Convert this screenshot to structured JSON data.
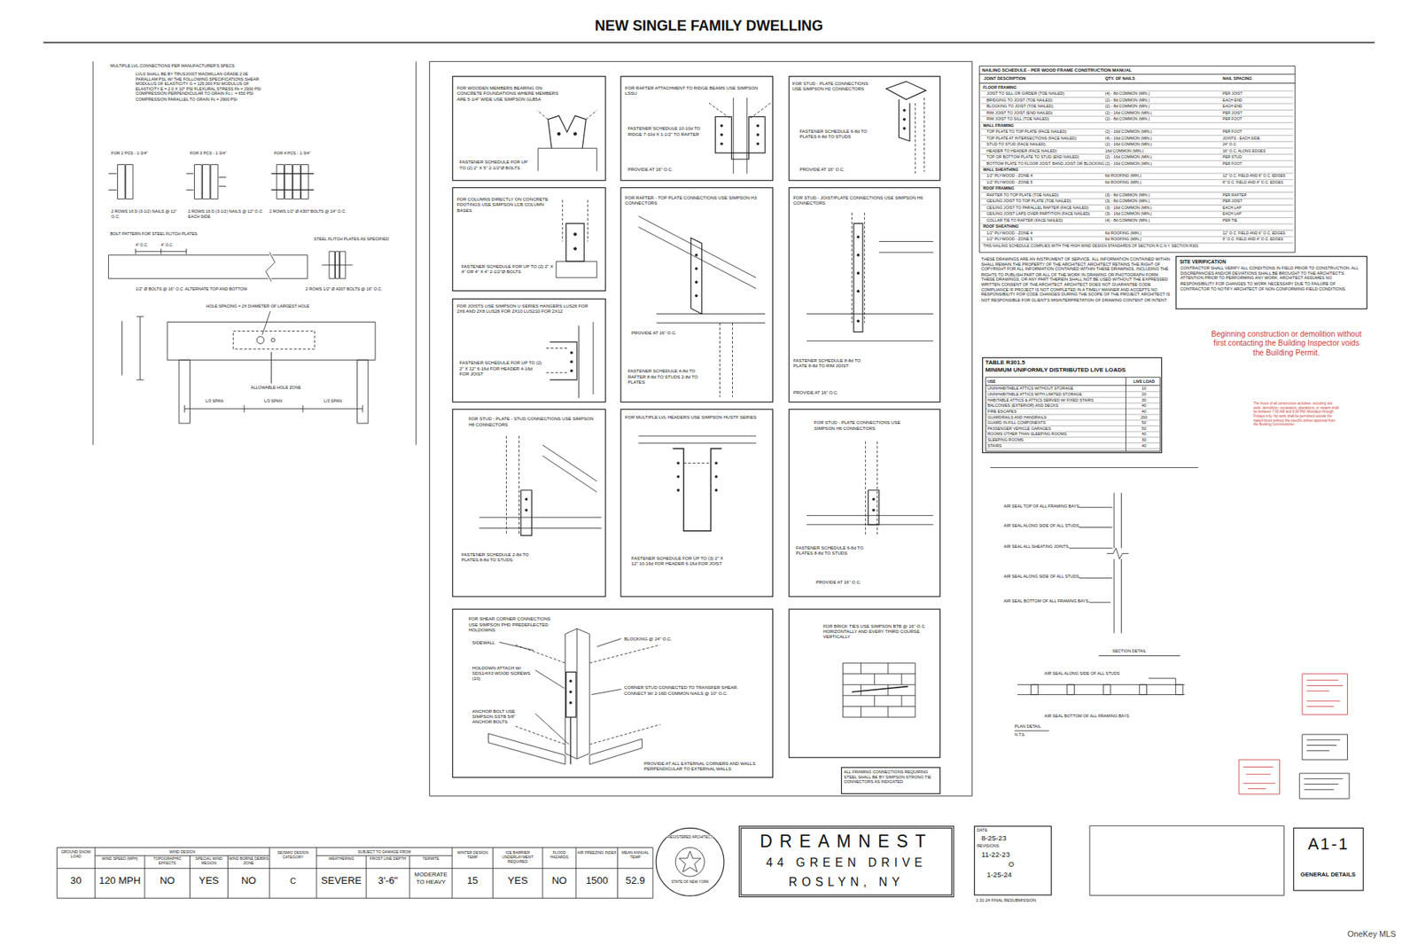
{
  "diagram": {
    "title": "NEW SINGLE FAMILY DWELLING",
    "nodes": [
      {
        "text": [
          "FOR WOODEN MEMBERS BEARING ON CONCRETE FOUNDATIONS WHERE MEMBERS ARE 5-1/4\" WIDE USE SIMPSON GLB5A",
          "FASTENER SCHEDULE FOR UP TO (2) 2\" X 5\" 2-1/2\"Ø BOLTS"
        ]
      },
      {
        "text": [
          "FOR RAFTER ATTACHMENT TO RIDGE BEAMS USE SIMPSON LSSU",
          "FASTENER SCHEDULE 10-10d TO RIDGE 7-10d X 1-1/2\" TO RAFTER",
          "PROVIDE AT 16\" O.C."
        ]
      },
      {
        "text": [
          "FOR STUD - PLATE CONNECTIONS USE SIMPSON H2 CONNECTORS",
          "FASTENER SCHEDULE 6-8d TO PLATES 6-8d TO STUDS",
          "PROVIDE AT 16\" O.C."
        ]
      },
      {
        "text": [
          "FOR COLUMNS DIRECTLY ON CONCRETE FOOTINGS USE SIMPSON LCB COLUMN BASES",
          "FASTENER SCHEDULE FOR UP TO (2) 2\" X 4\" OR 4\" X 4\" 2-1/2\"Ø BOLTS"
        ]
      },
      {
        "text": [
          "FOR RAFTER - TOP PLATE CONNECTIONS USE SIMPSON H3 CONNECTORS",
          "PROVIDE AT 16\" O.C.",
          "FASTENER SCHEDULE 4-8d TO RAFTER 8-8d TO STUDS 2-8d TO PLATES"
        ]
      },
      {
        "text": [
          "FOR STUD - JOIST/PLATE CONNECTIONS USE SIMPSON H6 CONNECTORS",
          "FASTENER SCHEDULE 8-8d TO PLATE 8-8d TO RIM JOIST",
          "PROVIDE AT 16\" O.C."
        ]
      },
      {
        "text": [
          "FOR JOISTS USE SIMPSON U SERIES HANGERS LUS26 FOR 2X6 AND 2X8 LUS28 FOR 2X10 LUS210 FOR 2X12",
          "FASTENER SCHEDULE FOR UP TO (2) 2\" X 12\" 6-16d FOR HEADER 4-16d FOR JOIST"
        ]
      },
      {
        "text": [
          "FOR STUD - PLATE - STUD CONNECTIONS USE SIMPSON H8 CONNECTORS",
          "FASTENER SCHEDULE 2-8d TO PLATES 8-8d TO STUDS"
        ]
      },
      {
        "text": [
          "FOR MULTIPLE LVL HEADERS USE SIMPSON HUSTF SERIES",
          "FASTENER SCHEDULE FOR UP TO (3) 2\" X 12\" 10-16d FOR HEADER 6-16d FOR JOIST"
        ]
      },
      {
        "text": [
          "FOR STUD - PLATE CONNECTIONS USE SIMPSON H6 CONNECTORS",
          "FASTENER SCHEDULE 6-8d TO PLATES 8-8d TO STUDS",
          "PROVIDE AT 16\" O.C."
        ]
      },
      {
        "text": [
          "FOR SHEAR CORNER CONNECTIONS USE SIMPSON PHD PREDEFLECTED HOLDOWNS",
          "SIDEWALL",
          "BLOCKING @ 24\" O.C.",
          "HOLDOWN ATTACH W/ SDS1/4X3 WOOD SCREWS (10)",
          "CORNER STUD CONNECTED TO TRANSFER SHEAR. CONNECT W/ 2-16D COMMON NAILS @ 10\" O.C.",
          "ANCHOR BOLT USE SIMPSON SSTB 5/8\" ANCHOR BOLTS",
          "PROVIDE AT ALL EXTERNAL CORNERS AND WALLS PERPENDICULAR TO EXTERNAL WALLS"
        ]
      },
      {
        "text": [
          "FOR BRICK TIES USE SIMPSON BTB @ 16\" O.C. HORIZONTALLY AND EVERY THIRD COURSE VERTICALLY"
        ]
      },
      {
        "text": [
          "ALL FRAMING CONNECTIONS REQUIRING STEEL SHALL BE BY SIMPSON STRONG TIE CONNECTORS AS INDICATED"
        ]
      },
      {
        "text": [
          "SITE VERIFICATION",
          "CONTRACTOR SHALL VERIFY ALL CONDITIONS IN FIELD PRIOR TO CONSTRUCTION. ALL DISCREPANCIES AND/OR DEVIATIONS SHALL BE BROUGHT TO THE ARCHITECT'S ATTENTION PRIOR TO PERFORMING ANY WORK. ARCHITECT ASSUMES NO RESPONSIBILITY FOR CHANGES TO WORK NECESSARY DUE TO FAILURE OF CONTRACTOR TO NOTIFY ARCHITECT OF NON-CONFORMING FIELD CONDITIONS."
        ]
      },
      {
        "text": [
          "TABLE R301.5",
          "MINIMUM UNIFORMLY DISTRIBUTED LIVE LOADS"
        ]
      },
      {
        "text": [
          "REGISTERED ARCHITECT",
          "STATE OF NEW YORK"
        ]
      },
      {
        "text": [
          "DREAMNEST",
          "44 GREEN DRIVE",
          "ROSLYN, NY"
        ]
      },
      {
        "text": [
          "DATE",
          "8-25-23",
          "REVISIONS",
          "11-22-23",
          "O",
          "1-25-24"
        ]
      },
      {
        "text": [
          "A1-1",
          "GENERAL DETAILS"
        ]
      }
    ],
    "labels": [
      "MULTIPLE LVL CONNECTIONS PER MANUFACTURER'S SPECS",
      "LVLS SHALL BE BY TRUSJOIST MACMILLAN GRADE 2.0E PARALLAM PSL W/ THE FOLLOWING SPECIFICATIONS SHEAR MODULUS OF ELASTICITY G = 125,000 PSI MODULUS OF ELASTICITY E = 2.0 X 10⁶ PSI FLEXURAL STRESS Fb = 2900 PSI COMPRESSION PERPENDICULAR TO GRAIN Fc⊥ = 650 PSI COMPRESSION PARALLEL TO GRAIN Fc = 2900 PSI",
      "FOR 2 PCS - 1-3/4\"",
      "FOR 3 PCS - 1-3/4\"",
      "FOR 4 PCS - 1-3/4\"",
      "2 ROWS 16 D (3-1/2) NAILS @ 12\" O.C.",
      "2 ROWS 16 D (3-1/2) NAILS @ 12\" O.C. EACH SIDE",
      "2 ROWS 1/2\" Ø A307 BOLTS @ 24\" O.C.",
      "BOLT PATTERN FOR STEEL FLITCH PLATES",
      "STEEL FLITCH PLATES AS SPECIFIED",
      "4\" O.C.",
      "4\" O.C.",
      "1/2\" Ø BOLTS @ 16\" O.C. ALTERNATE TOP AND BOTTOM",
      "2 ROWS 1/2\" Ø A307 BOLTS @ 16\" O.C.",
      "HOLE SPACING = 2X DIAMETER OF LARGEST HOLE",
      "ALLOWABLE HOLE ZONE",
      "L/3 SPAN",
      "L/3 SPAN",
      "L/3 SPAN",
      "NAILING SCHEDULE - PER WOOD FRAME CONSTRUCTION MANUAL",
      "JOINT DESCRIPTION",
      "QTY. OF NAILS",
      "NAIL SPACING",
      "FLOOR FRAMING",
      "JOIST TO SILL OR GIRDER (TOE NAILED)",
      "(4) - 8d COMMON (MIN.)",
      "PER JOIST",
      "BRIDGING TO JOIST (TOE NAILED)",
      "(2) - 8d COMMON (MIN.)",
      "EACH END",
      "BLOCKING TO JOIST (TOE NAILED)",
      "(2) - 8d COMMON (MIN.)",
      "EACH END",
      "RIM JOIST TO JOIST (END NAILED)",
      "(2) - 16d COMMON (MIN.)",
      "PER JOIST",
      "RIM JOIST TO SILL (TOE NAILED)",
      "(2) - 8d COMMON (MIN.)",
      "PER FOOT",
      "WALL FRAMING",
      "TOP PLATE TO TOP PLATE (FACE NAILED)",
      "(2) - 16d COMMON (MIN.)",
      "PER FOOT",
      "TOP PLATE AT INTERSECTIONS (FACE NAILED)",
      "(4) - 16d COMMON (MIN.)",
      "JOINTS - EACH SIDE",
      "STUD TO STUD (FACE NAILED)",
      "(2) - 16d COMMON (MIN.)",
      "24\" O.C.",
      "HEADER TO HEADER (FACE NAILED)",
      "16d COMMON (MIN.)",
      "16\" O.C. ALONG EDGES",
      "TOP OR BOTTOM PLATE TO STUD (END NAILED)",
      "(2) - 16d COMMON (MIN.)",
      "PER STUD",
      "BOTTOM PLATE TO FLOOR JOIST, BAND JOIST OR BLOCKING",
      "(2) - 16d COMMON (MIN.)",
      "PER FOOT",
      "WALL SHEATHING",
      "1/2\" PLYWOOD - ZONE 4",
      "6d ROOFING (MIN.)",
      "12\" O.C. FIELD AND 6\" O.C. EDGES",
      "1/2\" PLYWOOD - ZONE 5",
      "6d ROOFING (MIN.)",
      "6\" O.C. FIELD AND 4\" O.C. EDGES",
      "ROOF FRAMING",
      "RAFTER TO TOP PLATE (TOE NAILED)",
      "(3) - 8d COMMON (MIN.)",
      "PER RAFTER",
      "CEILING JOIST TO TOP PLATE (TOE NAILED)",
      "(3) - 8d COMMON (MIN.)",
      "PER JOIST",
      "CEILING JOIST TO PARALLEL RAFTER (FACE NAILED)",
      "(3) - 16d COMMON (MIN.)",
      "EACH LAP",
      "CEILING JOIST LAPS OVER PARTITION (FACE NAILED)",
      "(3) - 16d COMMON (MIN.)",
      "EACH LAP",
      "COLLAR TIE TO RAFTER (FACE NAILED)",
      "(4) - 8d COMMON (MIN.)",
      "PER TIE",
      "ROOF SHEATHING",
      "1/2\" PLYWOOD - ZONE 4",
      "6d ROOFING (MIN.)",
      "12\" O.C. FIELD AND 6\" O.C. EDGES",
      "1/2\" PLYWOOD - ZONE 5",
      "6d ROOFING (MIN.)",
      "6\" O.C. FIELD AND 4\" O.C. EDGES",
      "THIS NAILING SCHEDULE COMPLIES WITH THE HIGH WIND DESIGN STANDARDS OF SECTION R.C.N.Y. SECTION R301",
      "THESE DRAWINGS ARE AN INSTRUMENT OF SERVICE. ALL INFORMATION CONTAINED WITHIN SHALL REMAIN THE PROPERTY OF THE ARCHITECT. ARCHITECT RETAINS THE RIGHT OF COPYRIGHT FOR ALL INFORMATION CONTAINED WITHIN THESE DRAWINGS, INCLUDING THE RIGHTS TO PUBLISH PART OR ALL OF THE WORK IN DRAWING OR PHOTOGRAPH FORM. THESE DRAWINGS, OR ANY PART THEREIN SHALL NOT BE USED WITHOUT THE EXPRESSED WRITTEN CONSENT OF THE ARCHITECT. ARCHITECT DOES NOT GUARANTEE CODE COMPLIANCE IF PROJECT IS NOT COMPLETED IN A TIMELY MANNER AND ACCEPTS NO RESPONSIBILITY FOR CODE CHANGES DURING THE SCOPE OF THE PROJECT. ARCHITECT IS NOT RESPONSIBLE FOR CLIENT'S MISINTERPRETATION OF DRAWING CONTENT OR INTENT.",
      "Beginning construction or demolition without first contacting the Building Inspector voids the Building Permit.",
      "The hours of all construction activities, including site work, demolition, excavation, alterations, or repairs shall be between 7:30 AM and 6:00 PM, Mondays through Fridays only. No work shall be permitted outside the stated hours without the specific written approval from the Building Commissioner.",
      "USE",
      "LIVE LOAD",
      "UNINHABITABLE ATTICS WITHOUT STORAGE",
      "10",
      "UNINHABITABLE ATTICS WITH LIMITED STORAGE",
      "20",
      "HABITABLE ATTICS & ATTICS SERVED W/ FIXED STAIRS",
      "30",
      "BALCONIES (EXTERIOR) AND DECKS",
      "40",
      "FIRE ESCAPES",
      "40",
      "GUARDRAILS AND HANDRAILS",
      "200",
      "GUARD IN-FILL COMPONENTS",
      "50",
      "PASSENGER VEHICLE GARAGES",
      "50",
      "ROOMS OTHER THAN SLEEPING ROOMS",
      "40",
      "SLEEPING ROOMS",
      "30",
      "STAIRS",
      "40",
      "AIR SEAL TOP OF ALL FRAMING BAYS",
      "AIR SEAL ALONG SIDE OF ALL STUDS",
      "AIR SEAL ALL SHEATING JOINTS",
      "AIR SEAL ALONG SIDE OF ALL STUDS",
      "AIR SEAL BOTTOM OF ALL FRAMING BAYS",
      "SECTION DETAIL",
      "AIR SEAL ALONG SIDE OF ALL STUDS",
      "AIR SEAL BOTTOM OF ALL FRAMING BAYS",
      "PLAN DETAIL",
      "N.T.S.",
      "GROUND SNOW LOAD",
      "WIND DESIGN",
      "WIND SPEED (MPH)",
      "TOPOGRAPHIC EFFECTS",
      "SPECIAL WIND REGION",
      "WIND BORNE DEBRIS ZONE",
      "SEISMIC DESIGN CATEGORY",
      "SUBJECT TO DAMAGE FROM",
      "WEATHERING",
      "FROST LINE DEPTH",
      "TERMITE",
      "WINTER DESIGN TEMP",
      "ICE BARRIER UNDERLAYMENT REQUIRED",
      "FLOOD HAZARDS",
      "AIR FREEZING INDEX",
      "MEAN ANNUAL TEMP",
      "30",
      "120 MPH",
      "NO",
      "YES",
      "NO",
      "C",
      "SEVERE",
      "3'-6\"",
      "MODERATE TO HEAVY",
      "15",
      "YES",
      "NO",
      "1500",
      "52.9",
      "1-31-24 FINAL RESUBMISSION",
      "OneKey MLS"
    ]
  }
}
